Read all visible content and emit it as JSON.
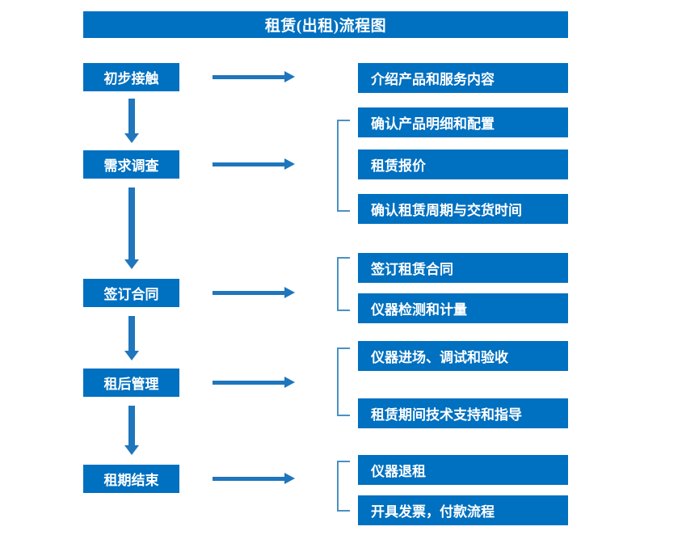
{
  "title": "租赁(出租)流程图",
  "colors": {
    "box_fill": "#0070C0",
    "box_text": "#FFFFFF",
    "arrow": "#1F76BC",
    "bracket": "#4A90C2",
    "background": "#FFFFFF"
  },
  "stages": [
    {
      "label": "初步接触"
    },
    {
      "label": "需求调查"
    },
    {
      "label": "签订合同"
    },
    {
      "label": "租后管理"
    },
    {
      "label": "租期结束"
    }
  ],
  "groups": [
    {
      "stage": "初步接触",
      "has_bracket": false,
      "tasks": [
        {
          "label": "介绍产品和服务内容"
        }
      ]
    },
    {
      "stage": "需求调查",
      "has_bracket": true,
      "tasks": [
        {
          "label": "确认产品明细和配置"
        },
        {
          "label": "租赁报价"
        },
        {
          "label": "确认租赁周期与交货时间"
        }
      ]
    },
    {
      "stage": "签订合同",
      "has_bracket": true,
      "tasks": [
        {
          "label": "签订租赁合同"
        },
        {
          "label": "仪器检测和计量"
        }
      ]
    },
    {
      "stage": "租后管理",
      "has_bracket": true,
      "tasks": [
        {
          "label": "仪器进场、调试和验收"
        },
        {
          "label": "租赁期间技术支持和指导"
        }
      ]
    },
    {
      "stage": "租期结束",
      "has_bracket": true,
      "tasks": [
        {
          "label": "仪器退租"
        },
        {
          "label": "开具发票，付款流程"
        }
      ]
    }
  ],
  "connectors": {
    "vertical_arrow_count": 4,
    "horizontal_arrow_count": 5
  }
}
